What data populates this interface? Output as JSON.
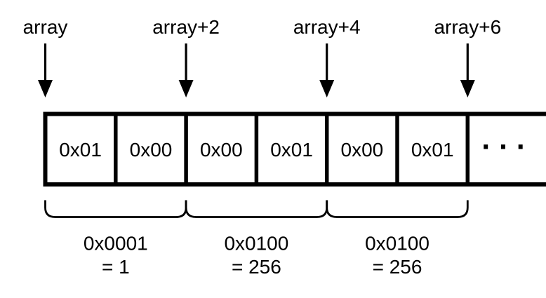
{
  "colors": {
    "ink": "#000000",
    "background": "#ffffff"
  },
  "pointer_labels": [
    "array",
    "array+2",
    "array+4",
    "array+6"
  ],
  "cells": [
    "0x01",
    "0x00",
    "0x00",
    "0x01",
    "0x00",
    "0x01"
  ],
  "ellipsis": "· · ·",
  "groups": [
    {
      "hex": "0x0001",
      "decimal": "= 1"
    },
    {
      "hex": "0x0100",
      "decimal": "= 256"
    },
    {
      "hex": "0x0100",
      "decimal": "= 256"
    }
  ]
}
